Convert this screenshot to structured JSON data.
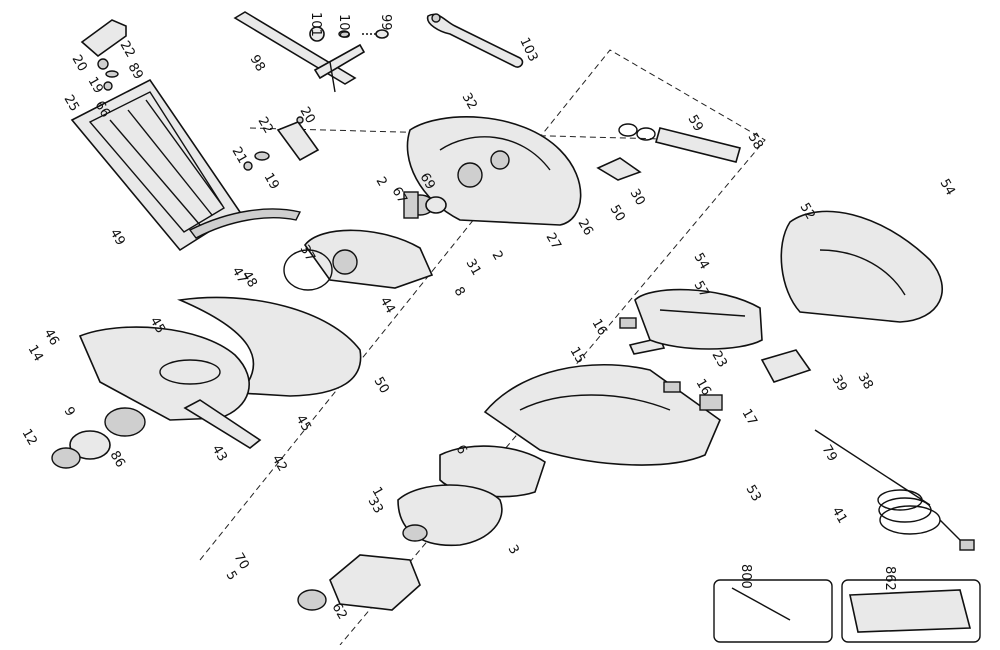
{
  "diagram": {
    "callouts": [
      "101",
      "100",
      "99",
      "103",
      "98",
      "20",
      "22",
      "19",
      "89",
      "66",
      "25",
      "32",
      "59",
      "58",
      "20",
      "22",
      "21",
      "19",
      "2",
      "67",
      "69",
      "30",
      "50",
      "52",
      "54",
      "26",
      "27",
      "49",
      "2",
      "31",
      "37",
      "8",
      "47",
      "48",
      "54",
      "57",
      "44",
      "16",
      "46",
      "45",
      "14",
      "15",
      "23",
      "39",
      "38",
      "50",
      "16",
      "9",
      "45",
      "17",
      "12",
      "86",
      "43",
      "42",
      "6",
      "53",
      "79",
      "1",
      "33",
      "41",
      "3",
      "70",
      "5",
      "62",
      "800",
      "862"
    ]
  }
}
